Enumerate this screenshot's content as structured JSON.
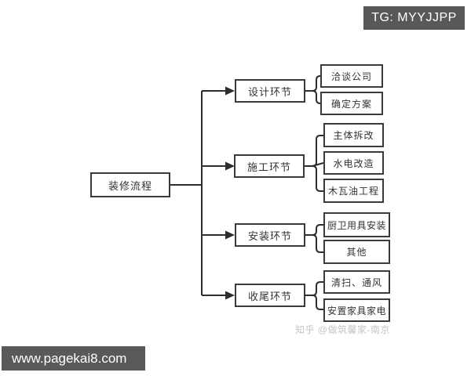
{
  "badge": {
    "text": "TG: MYYJJPP"
  },
  "footer_bar": {
    "url": "www.pagekai8.com"
  },
  "watermark": {
    "text": "知乎 @做筑馨家-南京"
  },
  "colors": {
    "line": "#2d2d2d",
    "box_border": "#3a3a3a",
    "badge_bg": "#58585a",
    "footer_bg": "#595959",
    "watermark_text": "#c6c6c6"
  },
  "diagram": {
    "type": "flowchart-tree",
    "root": {
      "label": "装修流程"
    },
    "branches": [
      {
        "label": "设计环节",
        "children": [
          {
            "label": "洽谈公司"
          },
          {
            "label": "确定方案"
          }
        ]
      },
      {
        "label": "施工环节",
        "children": [
          {
            "label": "主体拆改"
          },
          {
            "label": "水电改造"
          },
          {
            "label": "木瓦油工程"
          }
        ]
      },
      {
        "label": "安装环节",
        "children": [
          {
            "label": "厨卫用具安装"
          },
          {
            "label": "其他"
          }
        ]
      },
      {
        "label": "收尾环节",
        "children": [
          {
            "label": "清扫、通风"
          },
          {
            "label": "安置家具家电"
          }
        ]
      }
    ]
  }
}
